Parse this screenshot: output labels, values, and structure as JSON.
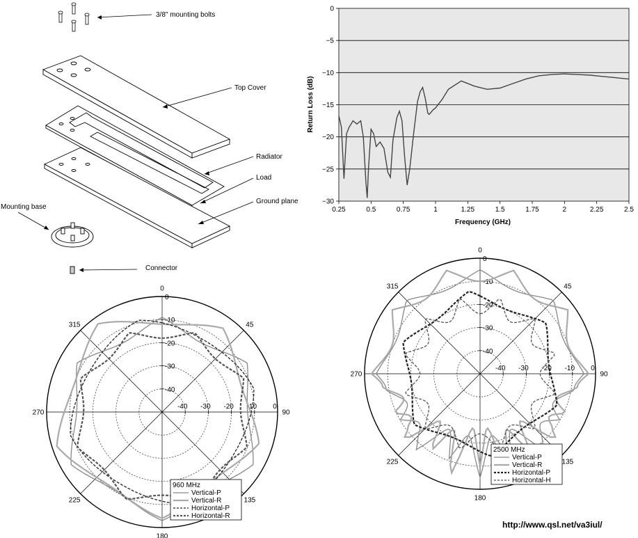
{
  "diagram": {
    "labels": {
      "bolts": "3/8\" mounting bolts",
      "top_cover": "Top Cover",
      "radiator": "Radiator",
      "load": "Load",
      "ground_plane": "Ground plane",
      "mounting_base": "Mounting base",
      "connector": "Connector"
    }
  },
  "footer": {
    "url": "http://www.qsl.net/va3iul/"
  },
  "chart_data": [
    {
      "type": "line",
      "title": "",
      "xlabel": "Frequency (GHz)",
      "ylabel": "Return Loss (dB)",
      "xlim": [
        0.25,
        2.5
      ],
      "ylim": [
        -30,
        0
      ],
      "xticks": [
        "0.25",
        "0.5",
        "0.75",
        "1",
        "1.25",
        "1.5",
        "1.75",
        "2",
        "2.25",
        "2.5"
      ],
      "yticks": [
        "0",
        "−5",
        "−10",
        "−15",
        "−20",
        "−25",
        "−30"
      ],
      "grid": "horizontal",
      "series": [
        {
          "color": "#444444",
          "x": [
            0.25,
            0.27,
            0.29,
            0.31,
            0.33,
            0.36,
            0.39,
            0.42,
            0.44,
            0.46,
            0.47,
            0.48,
            0.5,
            0.52,
            0.54,
            0.57,
            0.6,
            0.63,
            0.65,
            0.67,
            0.7,
            0.72,
            0.74,
            0.76,
            0.78,
            0.8,
            0.83,
            0.86,
            0.88,
            0.9,
            0.92,
            0.94,
            0.95,
            0.96,
            0.98,
            1.0,
            1.05,
            1.1,
            1.2,
            1.3,
            1.4,
            1.5,
            1.6,
            1.7,
            1.8,
            1.9,
            2.0,
            2.1,
            2.2,
            2.3,
            2.4,
            2.5
          ],
          "y": [
            -16.7,
            -18.5,
            -26.5,
            -19.5,
            -18.5,
            -17.5,
            -18.0,
            -17.5,
            -20.0,
            -27.0,
            -29.5,
            -25.0,
            -18.8,
            -19.5,
            -21.5,
            -20.8,
            -21.8,
            -25.5,
            -26.3,
            -20.5,
            -17.0,
            -16.0,
            -17.5,
            -23.0,
            -27.5,
            -25.0,
            -19.5,
            -14.5,
            -13.0,
            -12.3,
            -14.0,
            -16.3,
            -16.5,
            -16.3,
            -15.8,
            -15.5,
            -14.2,
            -12.6,
            -11.3,
            -12.1,
            -12.6,
            -12.4,
            -11.7,
            -11.0,
            -10.5,
            -10.3,
            -10.2,
            -10.3,
            -10.4,
            -10.6,
            -10.8,
            -11.0
          ]
        }
      ]
    },
    {
      "type": "polar",
      "legend_title": "960 MHz",
      "angle_labels": [
        "0",
        "45",
        "90",
        "135",
        "180",
        "225",
        "270",
        "315"
      ],
      "radial_labels": [
        "0",
        "-10",
        "-20",
        "-30",
        "-40"
      ],
      "rlim": [
        -50,
        0
      ],
      "series": [
        {
          "name": "Vertical-P",
          "style": "solid-thin",
          "color": "#888888"
        },
        {
          "name": "Vertical-R",
          "style": "solid-thick",
          "color": "#aaaaaa"
        },
        {
          "name": "Horizontal-P",
          "style": "dashed-thin",
          "color": "#222222"
        },
        {
          "name": "Horizontal-R",
          "style": "dashed-thick",
          "color": "#555555"
        }
      ]
    },
    {
      "type": "polar",
      "legend_title": "2500 MHz",
      "angle_labels": [
        "0",
        "45",
        "90",
        "135",
        "180",
        "225",
        "270",
        "315"
      ],
      "radial_labels": [
        "0",
        "-10",
        "-20",
        "-30",
        "-40"
      ],
      "rlim": [
        -50,
        0
      ],
      "series": [
        {
          "name": "Vertical-P",
          "style": "solid-thin",
          "color": "#888888"
        },
        {
          "name": "Vertical-R",
          "style": "solid-thick",
          "color": "#aaaaaa"
        },
        {
          "name": "Horizontal-P",
          "style": "dashed-thick",
          "color": "#222222"
        },
        {
          "name": "Horizontal-H",
          "style": "dashed-thin",
          "color": "#555555"
        }
      ]
    }
  ]
}
